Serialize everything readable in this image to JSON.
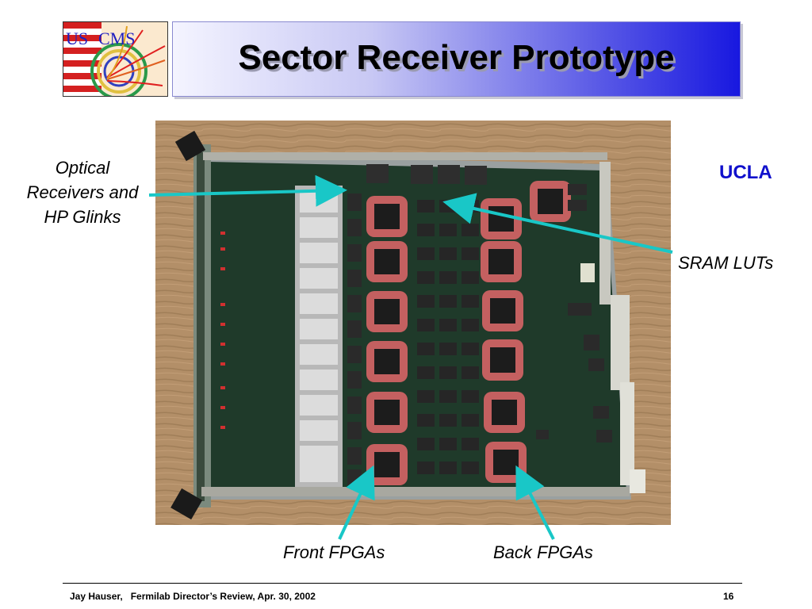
{
  "title": "Sector Receiver Prototype",
  "logo": {
    "text_us": "US",
    "text_cms": "CMS"
  },
  "institution": "UCLA",
  "labels": {
    "optical": [
      "Optical",
      "Receivers and",
      "HP Glinks"
    ],
    "sram": "SRAM LUTs",
    "front": "Front FPGAs",
    "back": "Back FPGAs"
  },
  "footer": {
    "text": "Jay Hauser,   Fermilab Director’s Review, Apr. 30, 2002",
    "page": "16"
  },
  "colors": {
    "arrow": "#19c7c7",
    "ucla": "#1010cc",
    "title_gradient_end": "#1818e0"
  }
}
